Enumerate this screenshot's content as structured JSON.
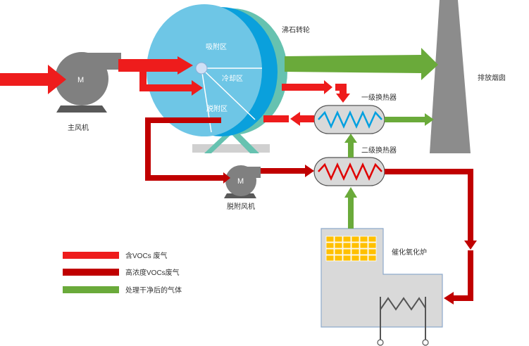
{
  "labels": {
    "main_fan": "主风机",
    "desorb_fan": "脱附风机",
    "rotor": "沸石转轮",
    "adsorption_zone": "吸附区",
    "cooling_zone": "冷却区",
    "desorption_zone": "脱附区",
    "stack": "排放烟囱",
    "hx1": "一级换热器",
    "hx2": "二级换热器",
    "furnace": "催化氧化炉",
    "motor_symbol": "M"
  },
  "legend": [
    {
      "label": "含VOCs 废气",
      "color": "#ee1c1c"
    },
    {
      "label": "高浓度VOCs废气",
      "color": "#c00000"
    },
    {
      "label": "处理干净后的气体",
      "color": "#6aaa3a"
    }
  ],
  "colors": {
    "voc_gas": "#ee1c1c",
    "high_voc_gas": "#c00000",
    "clean_gas": "#6aaa3a",
    "rotor_face": "#6ec6e6",
    "rotor_rim": "#0aa0dc",
    "rotor_green": "#66c2b0",
    "equipment": "#d9d9d9",
    "equipment_dark": "#8c8c8c"
  },
  "icons": {
    "fan": "centrifugal-fan-icon",
    "heater": "heating-coil-icon",
    "catalyst": "catalyst-grid-icon"
  }
}
